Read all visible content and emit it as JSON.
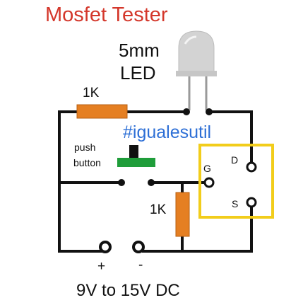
{
  "title": "Mosfet Tester",
  "led": {
    "size_label": "5mm",
    "name_label": "LED"
  },
  "resistor_top": {
    "label": "1K"
  },
  "resistor_right": {
    "label": "1K"
  },
  "watermark": "#igualesutil",
  "switch": {
    "label_line1": "push",
    "label_line2": "button"
  },
  "mosfet": {
    "gate": "G",
    "drain": "D",
    "source": "S"
  },
  "supply": {
    "plus": "+",
    "minus": "-",
    "voltage": "9V to 15V DC"
  },
  "colors": {
    "title": "#d4372b",
    "resistor": "#e57f22",
    "led": "#cfcfcf",
    "button": "#1f9d3a",
    "mosfet_box": "#f2cd1b",
    "watermark": "#2d6fd6",
    "wire": "#111111"
  }
}
